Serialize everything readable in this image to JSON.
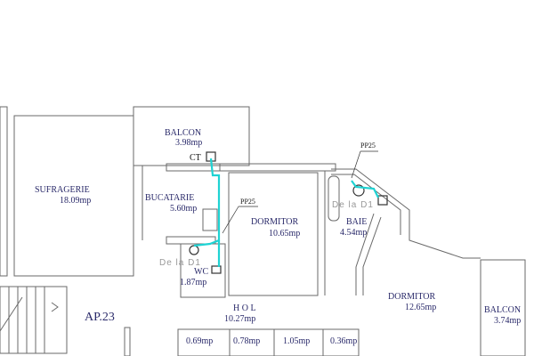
{
  "apartment": "AP.23",
  "rooms": {
    "sufragerie": {
      "name": "SUFRAGERIE",
      "area": "18.09mp"
    },
    "balcon1": {
      "name": "BALCON",
      "area": "3.98mp"
    },
    "bucatarie": {
      "name": "BUCATARIE",
      "area": "5.60mp"
    },
    "dormitor1": {
      "name": "DORMITOR",
      "area": "10.65mp"
    },
    "baie": {
      "name": "BAIE",
      "area": "4.54mp"
    },
    "wc": {
      "name": "WC",
      "area": "1.87mp"
    },
    "hol": {
      "name": "H O L",
      "area": "10.27mp"
    },
    "dormitor2": {
      "name": "DORMITOR",
      "area": "12.65mp"
    },
    "balcon2": {
      "name": "BALCON",
      "area": "3.74mp"
    },
    "closets": [
      "0.69mp",
      "0.78mp",
      "1.05mp",
      "0.36mp"
    ]
  },
  "annotations": {
    "ct": "CT",
    "pipe1": "PP25",
    "pipe2": "PP25",
    "source1": "De la D1",
    "source2": "De la D1"
  },
  "colors": {
    "pipe": "#1fd3d3",
    "label": "#2a2a6a"
  }
}
